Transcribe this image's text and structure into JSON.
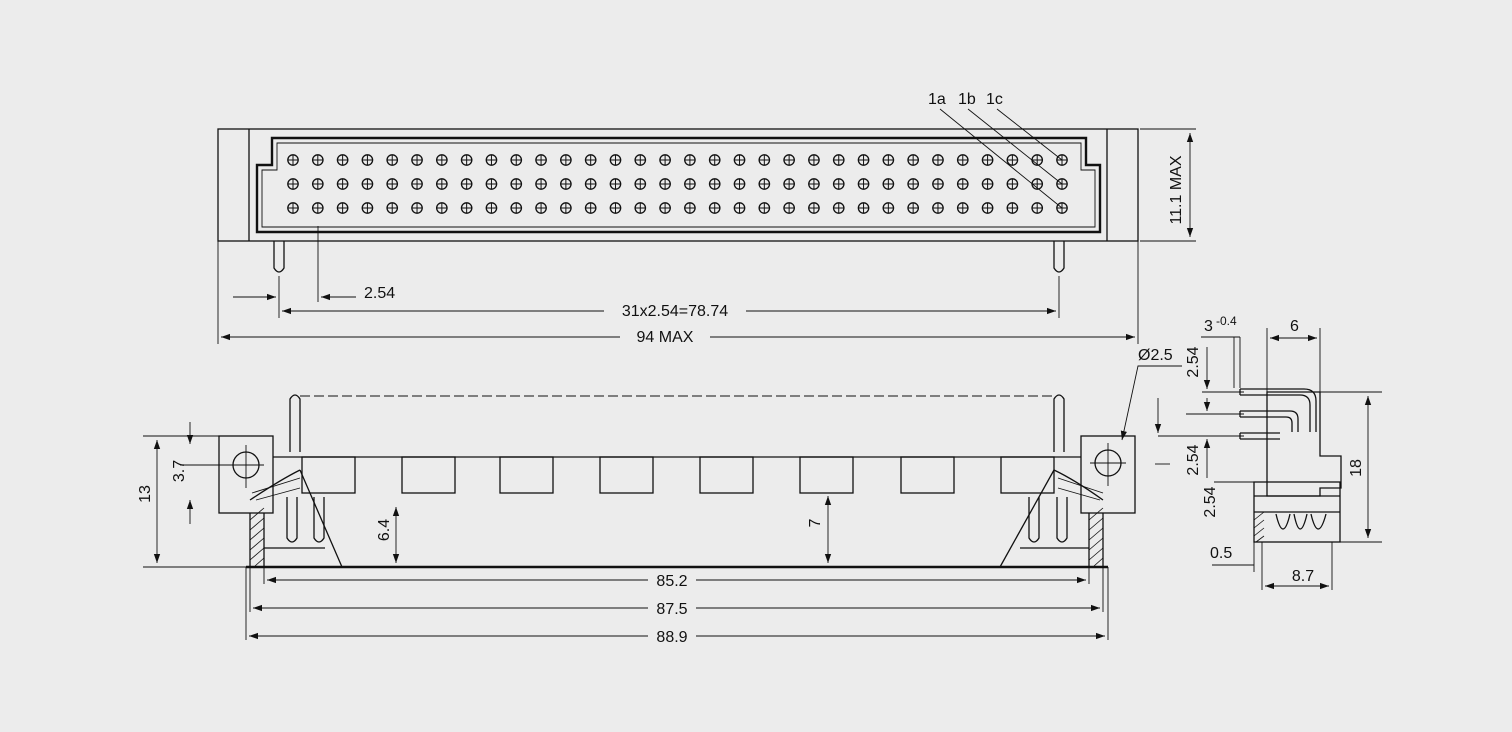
{
  "top_view": {
    "pin_labels": [
      "1a",
      "1b",
      "1c"
    ],
    "rows": 3,
    "pins_per_row": 32,
    "dim_height": "11.1 MAX",
    "dim_pitch": "2.54",
    "dim_span": "31x2.54=78.74",
    "dim_total": "94  MAX"
  },
  "front_view": {
    "dim_hole": "Ø2.5",
    "dim_height_13": "13",
    "dim_3_7": "3.7",
    "dim_6_4": "6.4",
    "dim_7": "7",
    "dim_85_2": "85.2",
    "dim_87_5": "87.5",
    "dim_88_9": "88.9"
  },
  "side_view": {
    "dim_3": "3",
    "dim_3_tol": "-0.4",
    "dim_6": "6",
    "dim_2_54_a": "2.54",
    "dim_2_54_b": "2.54",
    "dim_2_54_c": "2.54",
    "dim_18": "18",
    "dim_0_5": "0.5",
    "dim_8_7": "8.7"
  }
}
